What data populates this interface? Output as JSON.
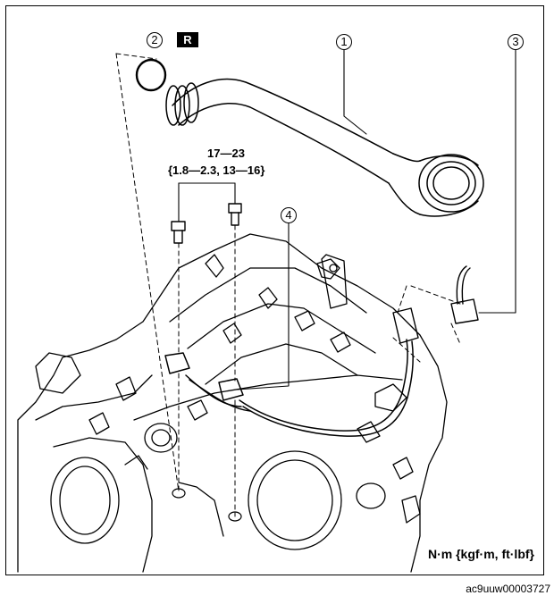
{
  "callouts": {
    "c1": "1",
    "c2": "2",
    "c3": "3",
    "c4": "4"
  },
  "replace_badge": "R",
  "torque": {
    "line1": "17—23",
    "line2": "{1.8—2.3, 13—16}"
  },
  "units": "N·m {kgf·m, ft·lbf}",
  "figure_code": "ac9uuw00003727",
  "icons": {
    "hose": "air-hose-icon",
    "oring": "o-ring-icon",
    "bolt": "bolt-icon",
    "connector": "connector-icon",
    "knock_sensor": "knock-sensor-icon",
    "engine": "engine-block-icon"
  }
}
